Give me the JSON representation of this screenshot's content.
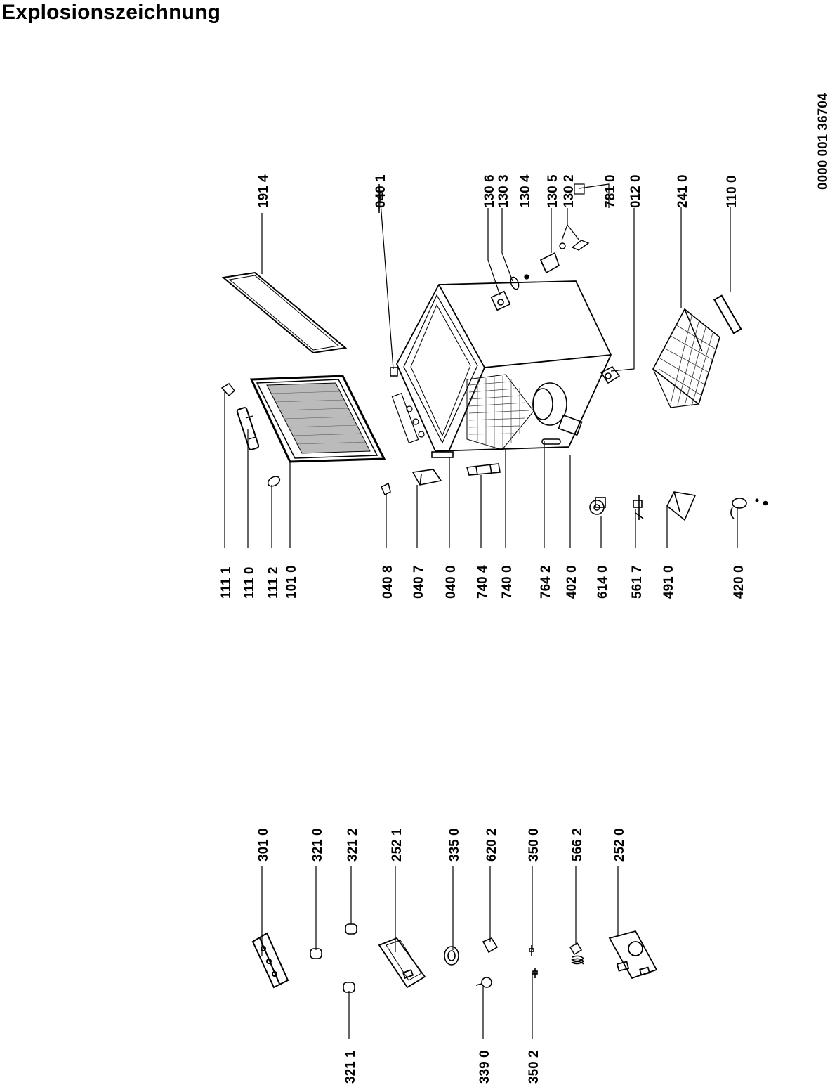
{
  "title": "Explosionszeichnung",
  "drawing_number": "0000 001 36704",
  "parts_top": [
    "191 4",
    "040 1",
    "130 6",
    "130 3",
    "130 4",
    "130 5",
    "130 2",
    "781 0",
    "012 0",
    "241 0",
    "110 0"
  ],
  "parts_bottom": [
    "111 1",
    "111 0",
    "111 2",
    "101 0",
    "040 8",
    "040 7",
    "040 0",
    "740 4",
    "740 0",
    "764 2",
    "402 0",
    "614 0",
    "561 7",
    "491 0",
    "420 0"
  ],
  "parts_control_top": [
    "301 0",
    "321 0",
    "321 2",
    "252 1",
    "335 0",
    "620 2",
    "350 0",
    "566 2",
    "252 0"
  ],
  "parts_control_bottom": [
    "321 1",
    "339 0",
    "350 2"
  ]
}
